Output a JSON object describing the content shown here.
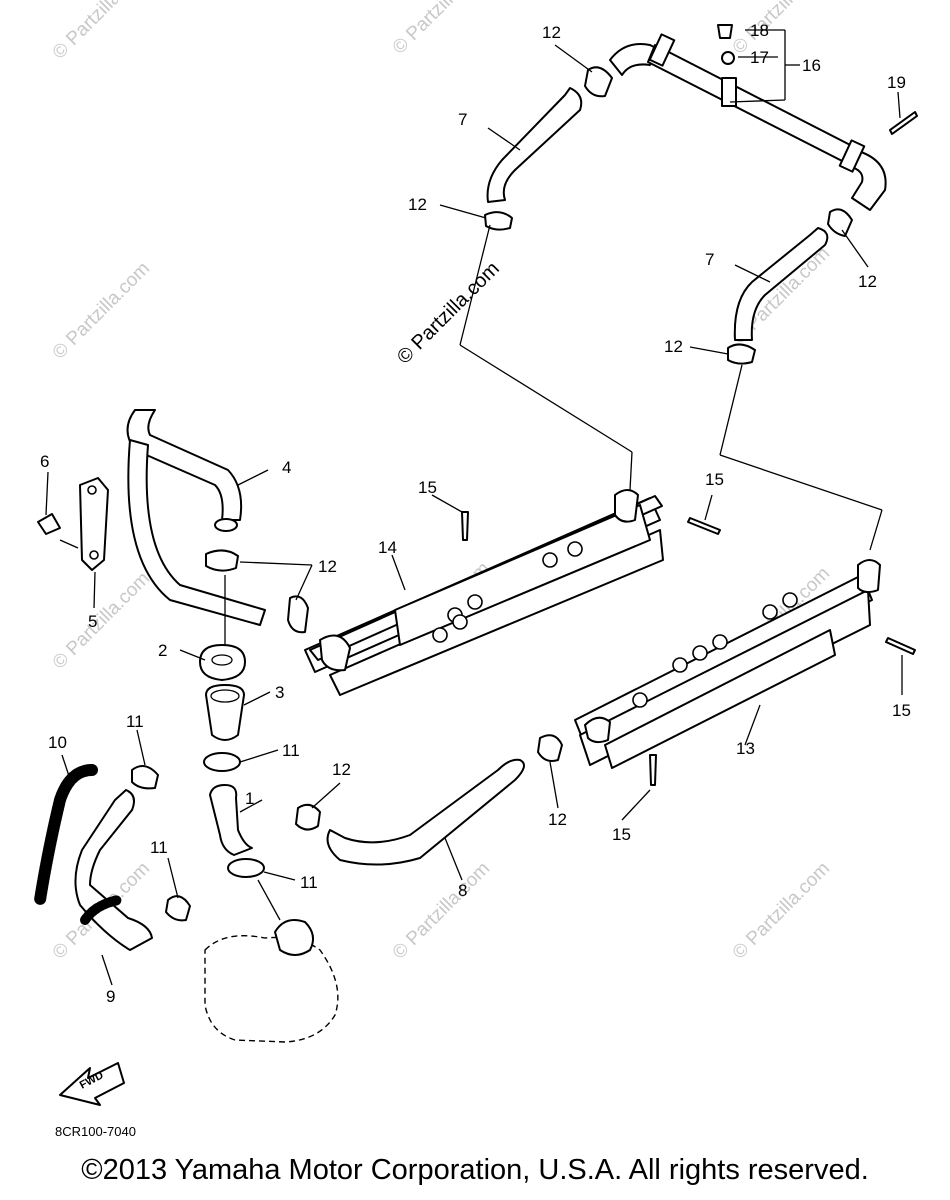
{
  "diagram": {
    "callouts": [
      "1",
      "2",
      "3",
      "4",
      "5",
      "6",
      "7",
      "8",
      "9",
      "10",
      "11",
      "12",
      "13",
      "14",
      "15",
      "16",
      "17",
      "18",
      "19"
    ],
    "watermark_center": "© Partzilla.com",
    "watermark_tile": "© Partzilla.com",
    "fwd_label": "FWD",
    "diagram_code": "8CR100-7040"
  },
  "footer": {
    "copyright": "©2013 Yamaha Motor Corporation, U.S.A. All rights reserved."
  }
}
